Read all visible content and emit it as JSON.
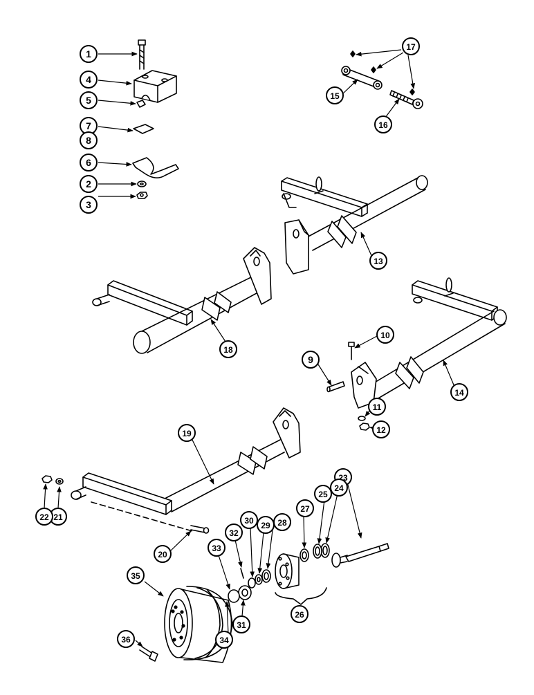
{
  "callouts": [
    {
      "id": "callout-1",
      "label": "1"
    },
    {
      "id": "callout-2",
      "label": "2"
    },
    {
      "id": "callout-3",
      "label": "3"
    },
    {
      "id": "callout-4",
      "label": "4"
    },
    {
      "id": "callout-5",
      "label": "5"
    },
    {
      "id": "callout-6",
      "label": "6"
    },
    {
      "id": "callout-7",
      "label": "7"
    },
    {
      "id": "callout-8",
      "label": "8"
    },
    {
      "id": "callout-9",
      "label": "9"
    },
    {
      "id": "callout-10",
      "label": "10"
    },
    {
      "id": "callout-11",
      "label": "11"
    },
    {
      "id": "callout-12",
      "label": "12"
    },
    {
      "id": "callout-13",
      "label": "13"
    },
    {
      "id": "callout-14",
      "label": "14"
    },
    {
      "id": "callout-15",
      "label": "15"
    },
    {
      "id": "callout-16",
      "label": "16"
    },
    {
      "id": "callout-17",
      "label": "17"
    },
    {
      "id": "callout-18",
      "label": "18"
    },
    {
      "id": "callout-19",
      "label": "19"
    },
    {
      "id": "callout-20",
      "label": "20"
    },
    {
      "id": "callout-21",
      "label": "21"
    },
    {
      "id": "callout-22",
      "label": "22"
    },
    {
      "id": "callout-23",
      "label": "23"
    },
    {
      "id": "callout-24",
      "label": "24"
    },
    {
      "id": "callout-25",
      "label": "25"
    },
    {
      "id": "callout-26",
      "label": "26"
    },
    {
      "id": "callout-27",
      "label": "27"
    },
    {
      "id": "callout-28",
      "label": "28"
    },
    {
      "id": "callout-29",
      "label": "29"
    },
    {
      "id": "callout-30",
      "label": "30"
    },
    {
      "id": "callout-31",
      "label": "31"
    },
    {
      "id": "callout-32",
      "label": "32"
    },
    {
      "id": "callout-33",
      "label": "33"
    },
    {
      "id": "callout-34",
      "label": "34"
    },
    {
      "id": "callout-35",
      "label": "35"
    },
    {
      "id": "callout-36",
      "label": "36"
    }
  ]
}
